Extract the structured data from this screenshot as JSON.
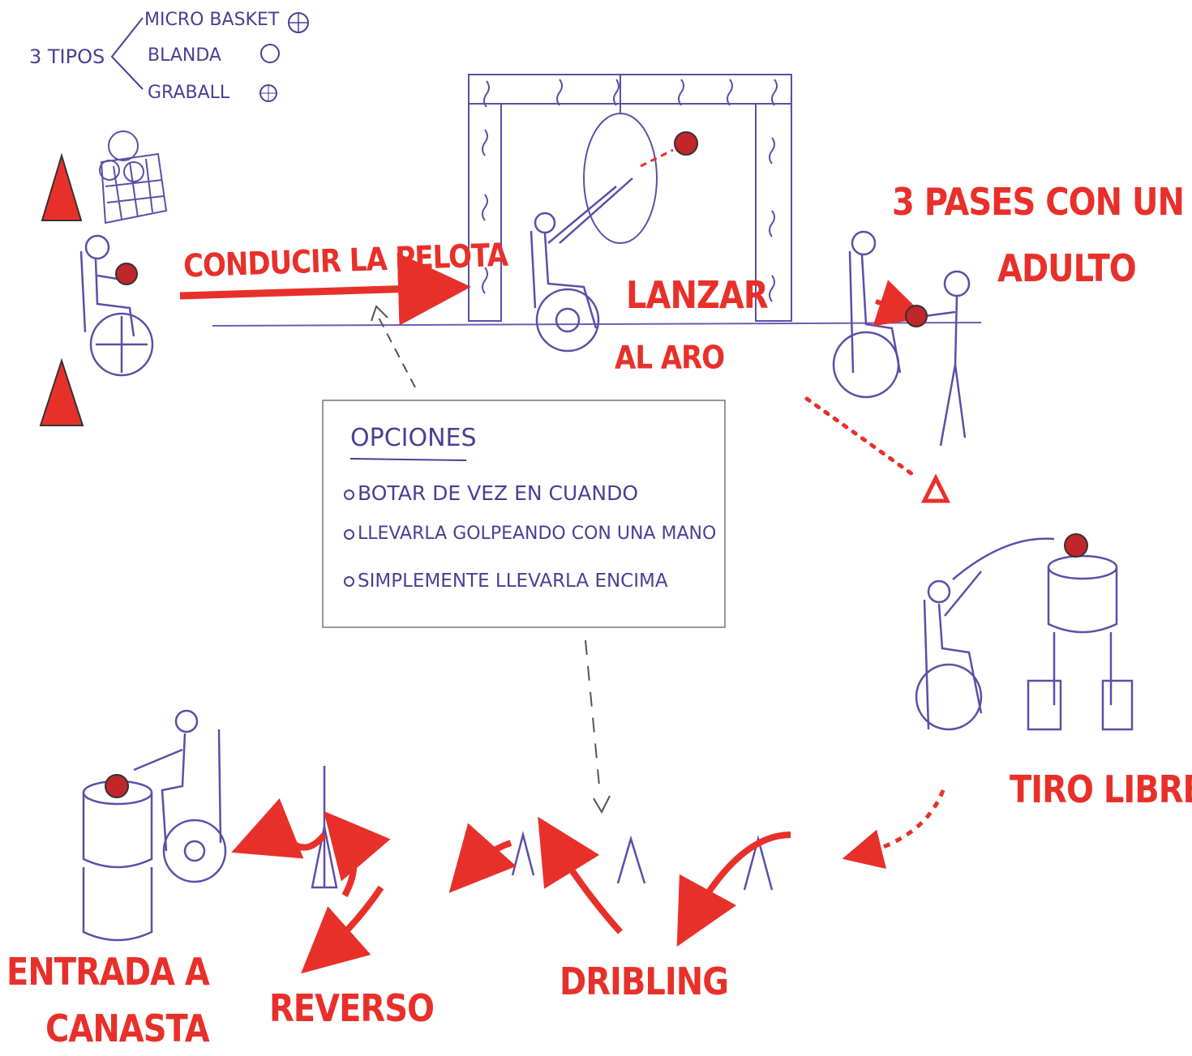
{
  "ball_types": {
    "prefix": "3 TIPOS",
    "items": [
      "MICRO BASKET",
      "BLANDA",
      "GRABALL"
    ]
  },
  "labels": {
    "conducir": "CONDUCIR LA PELOTA",
    "lanzar": "LANZAR",
    "al_aro": "AL ARO",
    "pases_line1": "3 PASES CON UN",
    "pases_line2": "ADULTO",
    "tiro_libre": "TIRO LIBRE",
    "dribling": "DRIBLING",
    "reverso": "REVERSO",
    "entrada_line1": "ENTRADA A",
    "entrada_line2": "CANASTA"
  },
  "options_box": {
    "title": "OPCIONES",
    "items": [
      "BOTAR DE VEZ EN CUANDO",
      "LLEVARLA GOLPEANDO CON UNA MANO",
      "SIMPLEMENTE LLEVARLA ENCIMA"
    ]
  },
  "colors": {
    "red": "#e8302a",
    "purple": "#4a3f96",
    "ink": "#5b4fa8"
  }
}
